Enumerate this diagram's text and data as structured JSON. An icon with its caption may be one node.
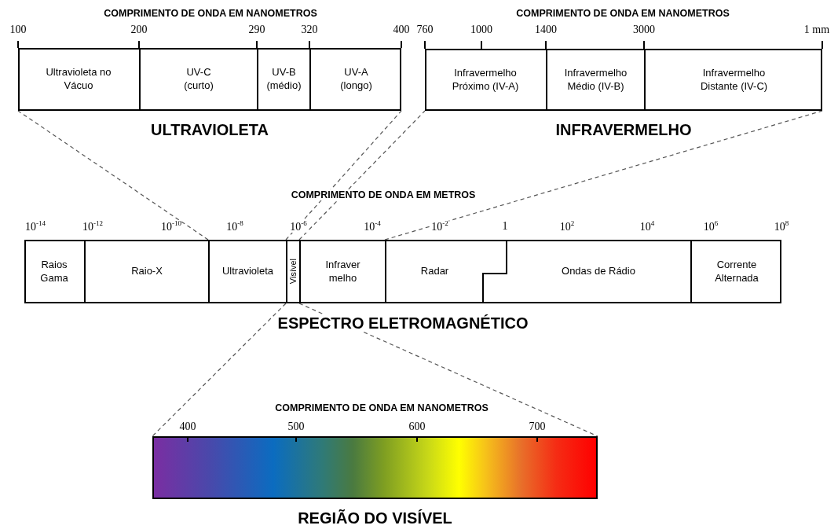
{
  "diagram": {
    "nodes": [
      {
        "text": [
          "ULTRAVIOLETA"
        ]
      },
      {
        "text": [
          "Ultravioleta no Vácuo"
        ],
        "in": 0
      },
      {
        "text": [
          "UV-C (curto)"
        ],
        "in": 0
      },
      {
        "text": [
          "UV-B (médio)"
        ],
        "in": 0
      },
      {
        "text": [
          "UV-A (longo)"
        ],
        "in": 0
      },
      {
        "text": [
          "INFRAVERMELHO"
        ]
      },
      {
        "text": [
          "Infravermelho Próximo (IV-A)"
        ],
        "in": 5
      },
      {
        "text": [
          "Infravermelho Médio (IV-B)"
        ],
        "in": 5
      },
      {
        "text": [
          "Infravermelho Distante (IV-C)"
        ],
        "in": 5
      },
      {
        "text": [
          "ESPECTRO ELETROMAGNÉTICO"
        ]
      },
      {
        "text": [
          "Raios Gama"
        ],
        "in": 9
      },
      {
        "text": [
          "Raio-X"
        ],
        "in": 9
      },
      {
        "text": [
          "Ultravioleta"
        ],
        "in": 9
      },
      {
        "text": [
          "Visível"
        ],
        "in": 9
      },
      {
        "text": [
          "Infraver melho"
        ],
        "in": 9
      },
      {
        "text": [
          "Radar"
        ],
        "in": 9
      },
      {
        "text": [
          "Ondas de Rádio"
        ],
        "in": 9
      },
      {
        "text": [
          "Corrente Alternada"
        ],
        "in": 9
      },
      {
        "text": [
          "REGIÃO DO VISÍVEL"
        ]
      }
    ],
    "edges": [
      {
        "from": 12,
        "to": 0,
        "arrow": "none",
        "style": "dashed"
      },
      {
        "from": 12,
        "to": 0,
        "arrow": "none",
        "style": "dashed"
      },
      {
        "from": 14,
        "to": 5,
        "arrow": "none",
        "style": "dashed"
      },
      {
        "from": 14,
        "to": 5,
        "arrow": "none",
        "style": "dashed"
      },
      {
        "from": 13,
        "to": 18,
        "arrow": "none",
        "style": "dashed"
      },
      {
        "from": 13,
        "to": 18,
        "arrow": "none",
        "style": "dashed"
      }
    ],
    "labels": [
      "COMPRIMENTO DE ONDA EM NANOMETROS",
      "COMPRIMENTO DE ONDA EM NANOMETROS",
      "100",
      "200",
      "290",
      "320",
      "400",
      "760",
      "1000",
      "1400",
      "3000",
      "1 mm",
      "COMPRIMENTO DE ONDA EM METROS",
      "10$^{-14}$",
      "10$^{-12}$",
      "10$^{-10}$",
      "10$^{-8}$",
      "10$^{-6}$",
      "10$^{-4}$",
      "10$^{-2}$",
      "1",
      "10$^{2}$",
      "10$^{4}$",
      "10$^{6}$",
      "10$^{8}$",
      "COMPRIMENTO DE ONDA EM NANOMETROS",
      "400",
      "500",
      "600",
      "700"
    ]
  }
}
